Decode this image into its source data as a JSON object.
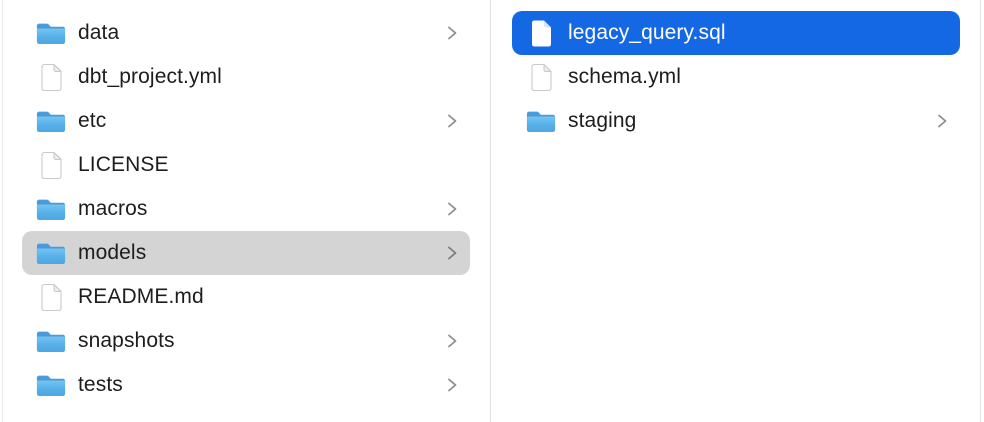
{
  "window": {
    "view": "Finder column browser"
  },
  "colors": {
    "selection_active_bg": "#1568E3",
    "selection_active_text": "#FFFFFF",
    "selection_inactive_bg": "#D4D4D4",
    "row_text": "#1D1D1F",
    "column_divider": "#E3E3E3",
    "chevron_gray": "#8E8E93",
    "folder_blue": "#55AEE6"
  },
  "left_column": {
    "items": [
      {
        "label": "data",
        "type": "folder",
        "icon": "folder-icon",
        "chevron": true,
        "selected": "none"
      },
      {
        "label": "dbt_project.yml",
        "type": "file",
        "icon": "document-icon",
        "chevron": false,
        "selected": "none"
      },
      {
        "label": "etc",
        "type": "folder",
        "icon": "folder-icon",
        "chevron": true,
        "selected": "none"
      },
      {
        "label": "LICENSE",
        "type": "file",
        "icon": "document-icon",
        "chevron": false,
        "selected": "none"
      },
      {
        "label": "macros",
        "type": "folder",
        "icon": "folder-icon",
        "chevron": true,
        "selected": "none"
      },
      {
        "label": "models",
        "type": "folder",
        "icon": "folder-icon",
        "chevron": true,
        "selected": "inactive"
      },
      {
        "label": "README.md",
        "type": "file",
        "icon": "document-icon",
        "chevron": false,
        "selected": "none"
      },
      {
        "label": "snapshots",
        "type": "folder",
        "icon": "folder-icon",
        "chevron": true,
        "selected": "none"
      },
      {
        "label": "tests",
        "type": "folder",
        "icon": "folder-icon",
        "chevron": true,
        "selected": "none"
      }
    ]
  },
  "right_column": {
    "items": [
      {
        "label": "legacy_query.sql",
        "type": "file",
        "icon": "document-icon",
        "chevron": false,
        "selected": "active"
      },
      {
        "label": "schema.yml",
        "type": "file",
        "icon": "document-icon",
        "chevron": false,
        "selected": "none"
      },
      {
        "label": "staging",
        "type": "folder",
        "icon": "folder-icon",
        "chevron": true,
        "selected": "none"
      }
    ]
  }
}
